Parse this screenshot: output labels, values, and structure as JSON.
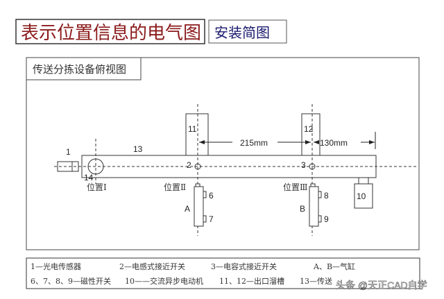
{
  "title": "表示位置信息的电气图",
  "subtitle": "安装简图",
  "diagram": {
    "panel_title": "传送分拣设备俯视图",
    "labels": {
      "photo_sensor": "1",
      "inductive_sensor": "2",
      "capacitive_sensor": "3",
      "belt": "13",
      "belt_end": "14",
      "chute_1": "11",
      "chute_2": "12",
      "motor": "10",
      "cylinder_a": "A",
      "cylinder_b": "B",
      "magnet_6": "6",
      "magnet_7": "7",
      "magnet_8": "8",
      "magnet_9": "9",
      "pos_1": "位置Ⅰ",
      "pos_2": "位置Ⅱ",
      "pos_3": "位置Ⅲ",
      "dim_1": "215mm",
      "dim_2": "130mm"
    },
    "colors": {
      "title": "#8b1a1a",
      "subtitle": "#1a1a6e"
    }
  },
  "legend": {
    "row1": [
      "1—光电传感器",
      "2—电感式接近开关",
      "3—电容式接近开关",
      "A、B—气缸"
    ],
    "row2": [
      "6、7、8、9—磁性开关",
      "10——交流异步电动机",
      "11、12—出口溜槽",
      "13—传送"
    ]
  },
  "watermark": "头条 @天正CAD自学"
}
